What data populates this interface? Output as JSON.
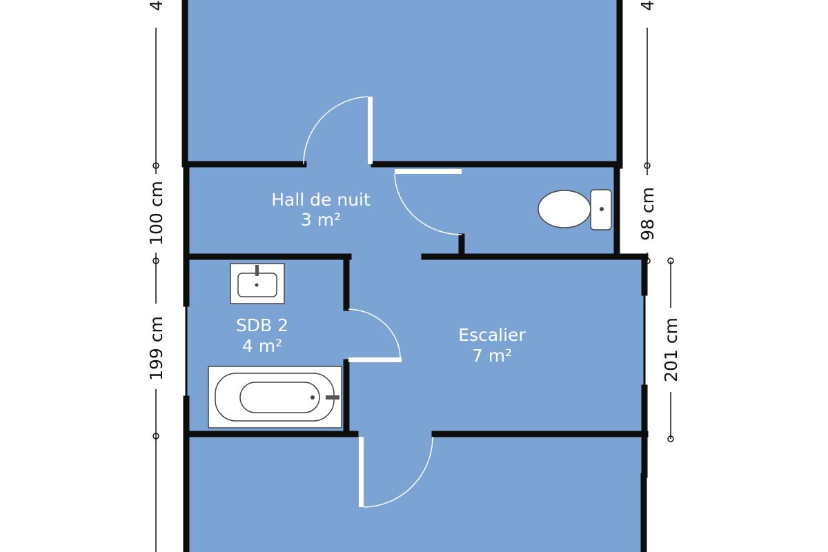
{
  "rooms": {
    "hall": {
      "name": "Hall de nuit",
      "area": "3 m²"
    },
    "sdb": {
      "name": "SDB 2",
      "area": "4 m²"
    },
    "escalier": {
      "name": "Escalier",
      "area": "7 m²"
    }
  },
  "dimensions": {
    "left_top_partial": "4",
    "right_top_partial": "4",
    "left_hall": "100 cm",
    "right_wc": "98 cm",
    "left_sdb": "199 cm",
    "right_escalier": "201 cm"
  },
  "colors": {
    "room_fill": "#7ba3d4",
    "wall": "#0d0d0d",
    "fixture": "#ffffff"
  }
}
